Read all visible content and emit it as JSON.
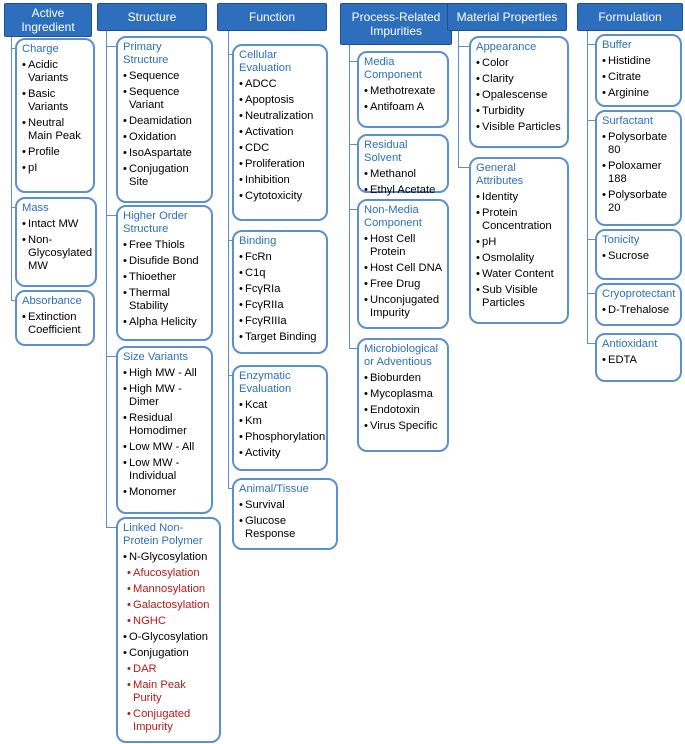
{
  "columns": [
    {
      "header": "Active Ingredient",
      "boxes": [
        {
          "title": "Charge",
          "items": [
            {
              "text": "Acidic Variants"
            },
            {
              "text": "Basic Variants"
            },
            {
              "text": "Neutral Main Peak"
            },
            {
              "text": "Profile"
            },
            {
              "text": "pI"
            }
          ]
        },
        {
          "title": "Mass",
          "items": [
            {
              "text": "Intact MW"
            },
            {
              "text": "Non-Glycosylated MW"
            }
          ]
        },
        {
          "title": "Absorbance",
          "items": [
            {
              "text": "Extinction Coefficient"
            }
          ]
        }
      ]
    },
    {
      "header": "Structure",
      "boxes": [
        {
          "title": "Primary Structure",
          "items": [
            {
              "text": "Sequence"
            },
            {
              "text": "Sequence Variant"
            },
            {
              "text": "Deamidation"
            },
            {
              "text": "Oxidation"
            },
            {
              "text": "IsoAspartate"
            },
            {
              "text": "Conjugation Site"
            }
          ]
        },
        {
          "title": "Higher Order Structure",
          "items": [
            {
              "text": "Free Thiols"
            },
            {
              "text": "Disufide Bond"
            },
            {
              "text": "Thioether"
            },
            {
              "text": "Thermal Stability"
            },
            {
              "text": "Alpha Helicity"
            }
          ]
        },
        {
          "title": "Size Variants",
          "items": [
            {
              "text": "High MW - All"
            },
            {
              "text": "High MW - Dimer"
            },
            {
              "text": "Residual Homodimer"
            },
            {
              "text": "Low MW - All"
            },
            {
              "text": "Low MW - Individual"
            },
            {
              "text": "Monomer"
            }
          ]
        },
        {
          "title": "Linked Non-Protein Polymer",
          "items": [
            {
              "text": "N-Glycosylation"
            },
            {
              "text": "Afucosylation",
              "sub": true
            },
            {
              "text": "Mannosylation",
              "sub": true
            },
            {
              "text": "Galactosylation",
              "sub": true
            },
            {
              "text": "NGHC",
              "sub": true
            },
            {
              "text": "O-Glycosylation"
            },
            {
              "text": "Conjugation"
            },
            {
              "text": "DAR",
              "sub": true
            },
            {
              "text": "Main Peak Purity",
              "sub": true
            },
            {
              "text": "Conjugated Impurity",
              "sub": true
            }
          ]
        }
      ]
    },
    {
      "header": "Function",
      "boxes": [
        {
          "title": "Cellular Evaluation",
          "items": [
            {
              "text": "ADCC"
            },
            {
              "text": "Apoptosis"
            },
            {
              "text": "Neutralization"
            },
            {
              "text": "Activation"
            },
            {
              "text": "CDC"
            },
            {
              "text": "Proliferation"
            },
            {
              "text": "Inhibition"
            },
            {
              "text": "Cytotoxicity"
            }
          ]
        },
        {
          "title": "Binding",
          "items": [
            {
              "text": "FcRn"
            },
            {
              "text": "C1q"
            },
            {
              "text": "FcγRIa"
            },
            {
              "text": "FcγRIIa"
            },
            {
              "text": "FcγRIIIa"
            },
            {
              "text": "Target Binding"
            }
          ]
        },
        {
          "title": "Enzymatic Evaluation",
          "items": [
            {
              "text": "Kcat"
            },
            {
              "text": "Km"
            },
            {
              "text": "Phosphorylation"
            },
            {
              "text": "Activity"
            }
          ]
        },
        {
          "title": "Animal/Tissue",
          "items": [
            {
              "text": "Survival"
            },
            {
              "text": "Glucose Response"
            }
          ]
        }
      ]
    },
    {
      "header": "Process-Related Impurities",
      "boxes": [
        {
          "title": "Media Component",
          "items": [
            {
              "text": "Methotrexate"
            },
            {
              "text": "Antifoam A"
            }
          ]
        },
        {
          "title": "Residual Solvent",
          "items": [
            {
              "text": "Methanol"
            },
            {
              "text": "Ethyl Acetate"
            }
          ]
        },
        {
          "title": "Non-Media Component",
          "items": [
            {
              "text": "Host Cell Protein"
            },
            {
              "text": "Host Cell DNA"
            },
            {
              "text": "Free Drug"
            },
            {
              "text": "Unconjugated Impurity"
            }
          ]
        },
        {
          "title": "Microbiological or Adventious",
          "items": [
            {
              "text": "Bioburden"
            },
            {
              "text": "Mycoplasma"
            },
            {
              "text": "Endotoxin"
            },
            {
              "text": "Virus Specific"
            }
          ]
        }
      ]
    },
    {
      "header": "Material Properties",
      "boxes": [
        {
          "title": "Appearance",
          "items": [
            {
              "text": "Color"
            },
            {
              "text": "Clarity"
            },
            {
              "text": "Opalescense"
            },
            {
              "text": "Turbidity"
            },
            {
              "text": "Visible Particles"
            }
          ]
        },
        {
          "title": "General Attributes",
          "items": [
            {
              "text": "Identity"
            },
            {
              "text": "Protein Concentration"
            },
            {
              "text": "pH"
            },
            {
              "text": "Osmolality"
            },
            {
              "text": "Water Content"
            },
            {
              "text": "Sub Visible Particles"
            }
          ]
        }
      ]
    },
    {
      "header": "Formulation",
      "boxes": [
        {
          "title": "Buffer",
          "items": [
            {
              "text": "Histidine"
            },
            {
              "text": "Citrate"
            },
            {
              "text": "Arginine"
            }
          ]
        },
        {
          "title": "Surfactant",
          "items": [
            {
              "text": "Polysorbate 80"
            },
            {
              "text": "Poloxamer 188"
            },
            {
              "text": "Polysorbate 20"
            }
          ]
        },
        {
          "title": "Tonicity",
          "items": [
            {
              "text": "Sucrose"
            }
          ]
        },
        {
          "title": "Cryoprotectant",
          "items": [
            {
              "text": "D-Trehalose"
            }
          ]
        },
        {
          "title": "Antioxidant",
          "items": [
            {
              "text": "EDTA"
            }
          ]
        }
      ]
    }
  ],
  "colors": {
    "header_bg": "#2e6fbd",
    "box_border": "#5b8fd1",
    "title_text": "#2e6fbd",
    "sub_item_text": "#b31b1b"
  }
}
